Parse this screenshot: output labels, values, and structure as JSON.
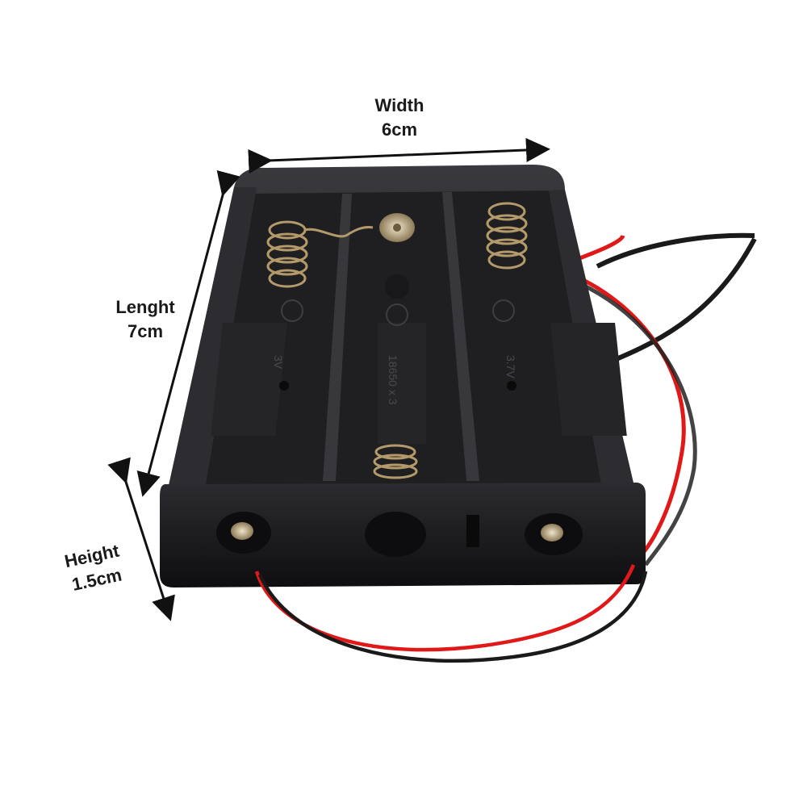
{
  "dimensions": {
    "width": {
      "label": "Width",
      "value": "6cm"
    },
    "length": {
      "label": "Lenght",
      "value": "7cm"
    },
    "height": {
      "label": "Height",
      "value": "1.5cm"
    }
  },
  "holder_markings": {
    "left": "3V",
    "middle": "18650 x 3",
    "right": "3.7V"
  },
  "colors": {
    "holder_body": "#1c1c1e",
    "holder_inner": "#2a2a2d",
    "spring": "#b49a6a",
    "wire_red": "#e01818",
    "wire_black": "#1a1a1a",
    "arrow": "#111111"
  }
}
